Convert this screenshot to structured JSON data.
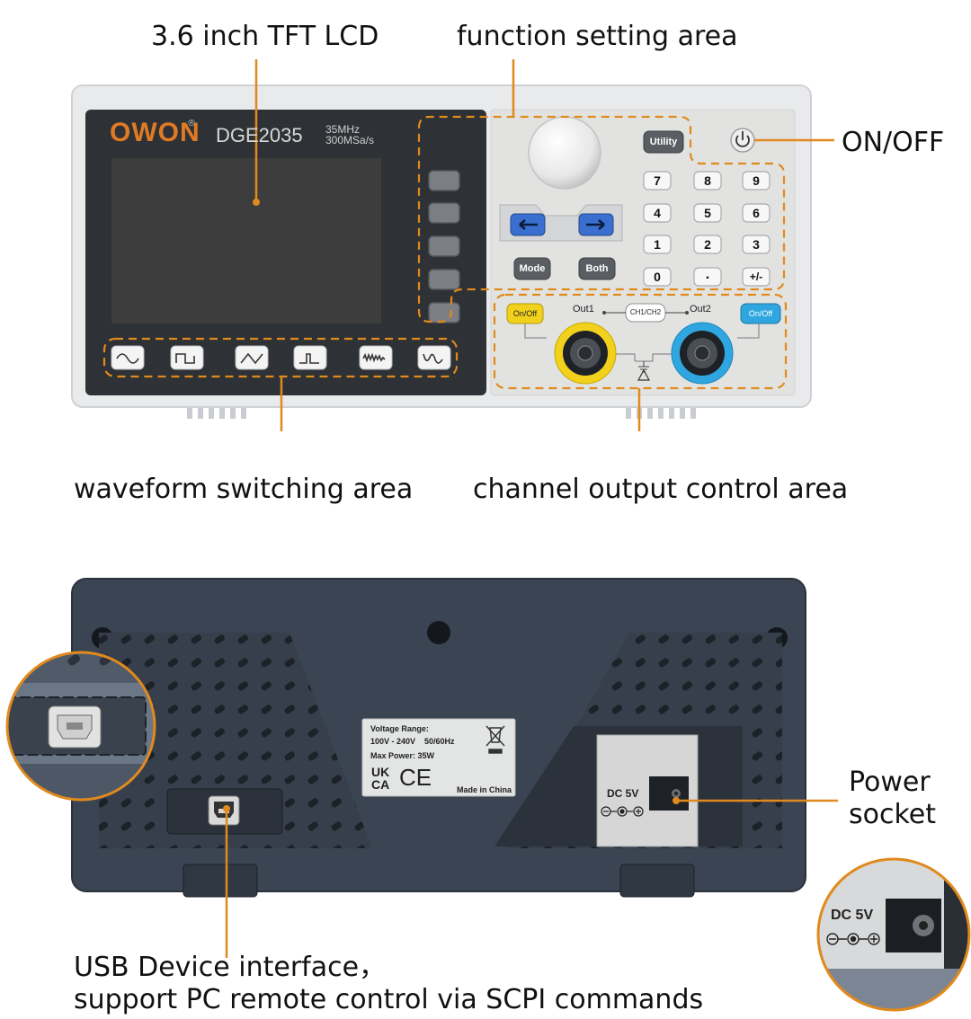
{
  "labels": {
    "lcd": "3.6 inch TFT LCD",
    "function_area": "function setting area",
    "on_off": "ON/OFF",
    "waveform_area": "waveform switching area",
    "channel_area": "channel output control area",
    "power_socket_line1": "Power",
    "power_socket_line2": "socket",
    "usb_line1": "USB Device interface，",
    "usb_line2": "support PC remote control via SCPI commands"
  },
  "front_panel": {
    "brand": "OWON",
    "registered": "®",
    "model": "DGE2035",
    "spec_freq": "35MHz",
    "spec_rate": "300MSa/s",
    "utility": "Utility",
    "keypad": [
      "7",
      "8",
      "9",
      "4",
      "5",
      "6",
      "1",
      "2",
      "3",
      "0",
      ".",
      "+/-"
    ],
    "mode": "Mode",
    "both": "Both",
    "ch1_onoff": "On/Off",
    "ch2_onoff": "On/Off",
    "out1": "Out1",
    "out2": "Out2",
    "ch_switch": "CH1/CH2"
  },
  "rear_panel": {
    "voltage_range": "Voltage Range:",
    "voltage_value": "100V - 240V    50/60Hz",
    "max_power": "Max Power: 35W",
    "uk_ca_top": "UK",
    "uk_ca_bottom": "CA",
    "ce": "CE",
    "made_in": "Made in China",
    "dc_label": "DC 5V",
    "zoom_dc_label": "DC 5V"
  },
  "colors": {
    "accent": "#e08a1e",
    "blue_key": "#3a6fd0",
    "yellow_key": "#f2d11c",
    "cyan_key": "#2fa6df",
    "rear_body": "#3b4452"
  }
}
